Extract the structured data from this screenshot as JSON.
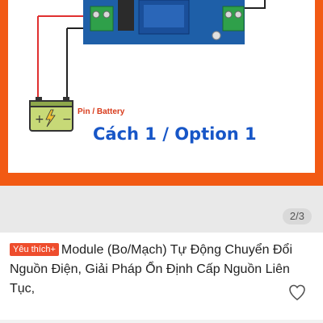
{
  "gallery": {
    "pin_label": "Pin / Battery",
    "option_label": "Cách 1 / Option 1",
    "page_indicator": "2/3"
  },
  "product": {
    "badge": "Yêu thích+",
    "title": "Module (Bo/Mạch) Tự Động Chuyển Đổi Nguồn Điện, Giải Pháp Ổn Định Cấp Nguồn Liên Tục,"
  },
  "colors": {
    "image_background": "#f25a14",
    "badge": "#ee4d2d",
    "option_text": "#1756c7"
  },
  "icons": {
    "favorite": "heart-outline-icon",
    "battery": "battery-icon"
  }
}
